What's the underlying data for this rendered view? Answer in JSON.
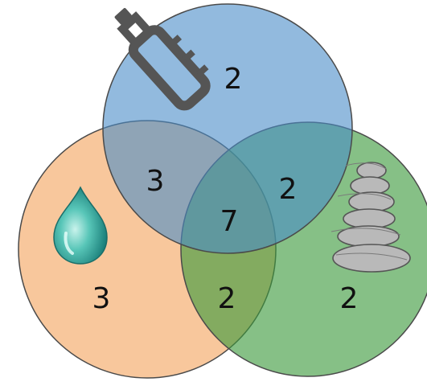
{
  "diagram": {
    "type": "venn-3",
    "sets": [
      {
        "id": "top",
        "icon": "plastic-bottle-icon",
        "color": "#5b9bd5",
        "only_count": "2"
      },
      {
        "id": "left",
        "icon": "water-drop-icon",
        "color": "#f4a460",
        "only_count": "3"
      },
      {
        "id": "right",
        "icon": "stacked-stones-icon",
        "color": "#4caf50",
        "only_count": "2"
      }
    ],
    "intersections": {
      "top_left": "3",
      "top_right": "2",
      "left_right": "2",
      "all_three": "7"
    }
  }
}
